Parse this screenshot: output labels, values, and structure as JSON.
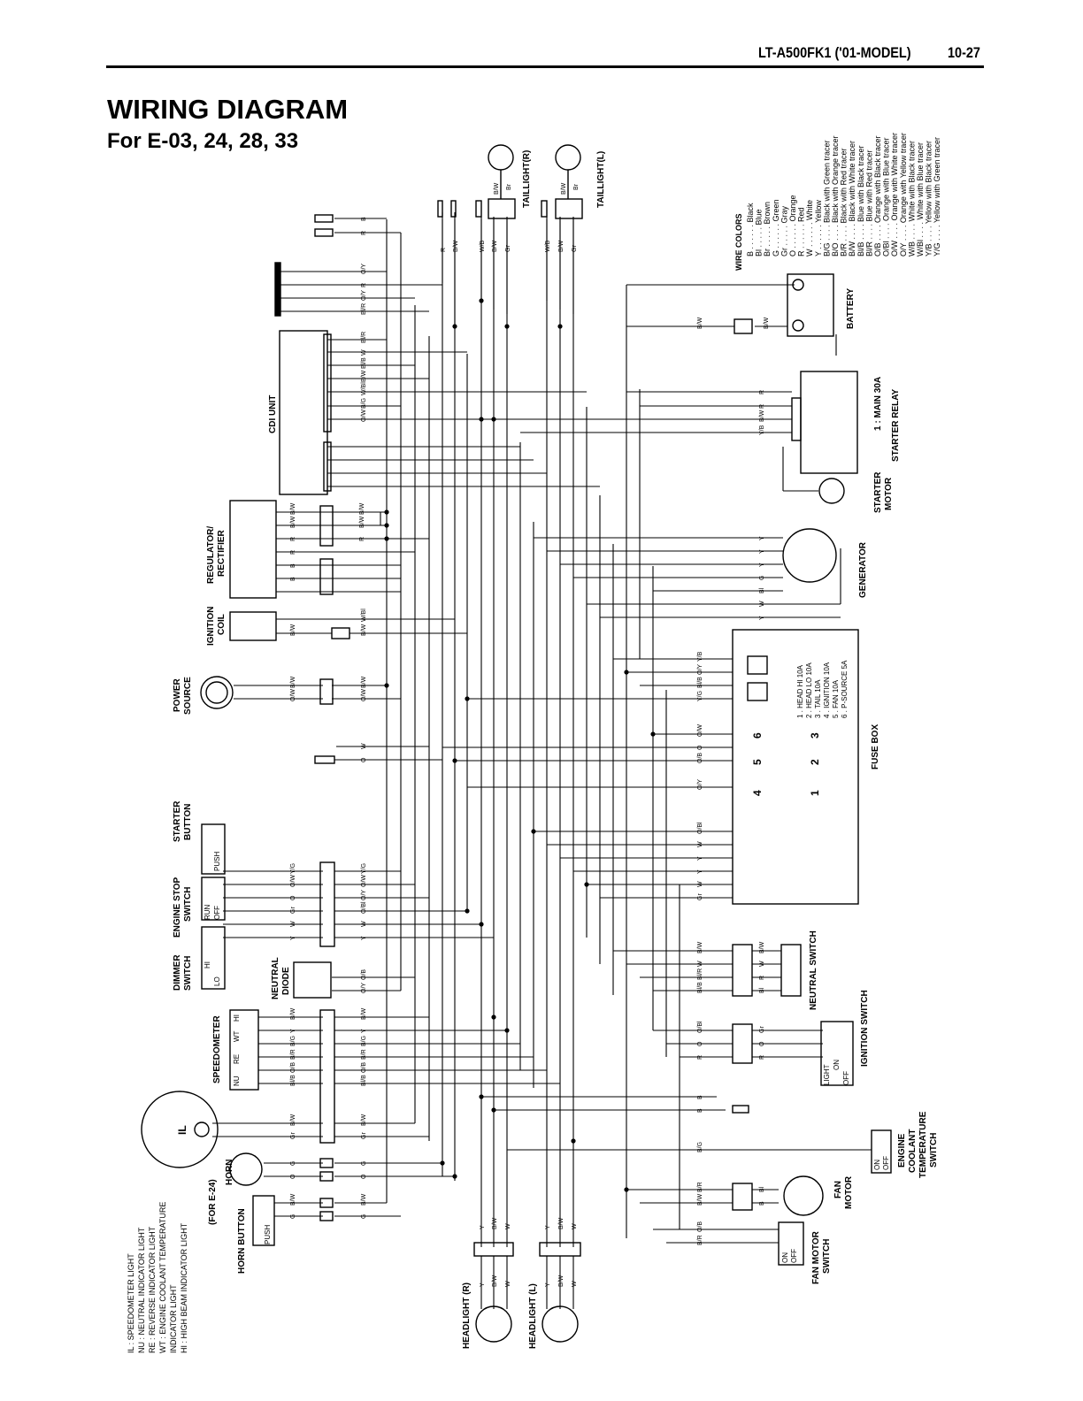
{
  "header": {
    "model": "LT-A500FK1 ('01-MODEL)",
    "page_number": "10-27"
  },
  "title": "WIRING DIAGRAM",
  "subtitle": "For E-03, 24, 28, 33",
  "wire_colors": {
    "heading": "WIRE COLORS",
    "entries": [
      "B . . . . . . Black",
      "Bl . . . . . Blue",
      "Br . . . . . Brown",
      "G . . . . . . Green",
      "Gr . . . . . Gray",
      "O . . . . . . Orange",
      "R . . . . . . Red",
      "W . . . . . . White",
      "Y . . . . . . Yellow",
      "B/G . . . . Black with Green tracer",
      "B/O . . . . Black with Orange tracer",
      "B/R . . . . Black with Red tracer",
      "B/W . . . . Black with White tracer",
      "Bl/B . . . . Blue with Black tracer",
      "Bl/R . . . . Blue with Red tracer",
      "O/B . . . . Orange with Black tracer",
      "O/Bl . . . . Orange with Blue tracer",
      "O/W . . . . Orange with White tracer",
      "O/Y . . . . Orange with Yellow tracer",
      "W/B . . . . White with Black tracer",
      "W/Bl . . . . White with Blue tracer",
      "Y/B . . . . Yellow with Black tracer",
      "Y/G . . . . Yellow with Green tracer"
    ]
  },
  "components": {
    "cdi_unit": "CDI UNIT",
    "regulator": "REGULATOR/",
    "rectifier": "RECTIFIER",
    "ignition": "IGNITION",
    "coil": "COIL",
    "power": "POWER",
    "source": "SOURCE",
    "starter_btn_1": "STARTER",
    "starter_btn_2": "BUTTON",
    "engine_stop_1": "ENGINE STOP",
    "engine_stop_2": "SWITCH",
    "dimmer_1": "DIMMER",
    "dimmer_2": "SWITCH",
    "neutral_diode_1": "NEUTRAL",
    "neutral_diode_2": "DIODE",
    "speedometer": "SPEEDOMETER",
    "horn": "HORN",
    "horn_button": "HORN BUTTON",
    "for_e24": "(FOR E-24)",
    "headlight_r": "HEADLIGHT (R)",
    "headlight_l": "HEADLIGHT (L)",
    "taillight_r": "TAILLIGHT(R)",
    "taillight_l": "TAILLIGHT(L)",
    "battery": "BATTERY",
    "main_fuse": "1 : MAIN 30A",
    "starter_relay": "STARTER RELAY",
    "starter_motor_1": "STARTER",
    "starter_motor_2": "MOTOR",
    "generator": "GENERATOR",
    "fuse_box": "FUSE BOX",
    "neutral_switch": "NEUTRAL SWITCH",
    "ignition_switch": "IGNITION SWITCH",
    "coolant_1": "ENGINE",
    "coolant_2": "COOLANT",
    "coolant_3": "TEMPERATURE",
    "coolant_4": "SWITCH",
    "fan_motor_1": "FAN",
    "fan_motor_2": "MOTOR",
    "fan_switch_1": "FAN MOTOR",
    "fan_switch_2": "SWITCH",
    "il": "IL",
    "run": "RUN",
    "off": "OFF",
    "push": "PUSH",
    "hi": "HI",
    "lo": "LO",
    "on": "ON",
    "light": "LIGHT",
    "nu": "NU",
    "re": "RE",
    "wt": "WT"
  },
  "fuses": [
    "1 . HEAD HI     10A",
    "2 . HEAD LO     10A",
    "3 . TAIL        10A",
    "4 . IGNITION    10A",
    "5 . FAN         10A",
    "6 . P-SOURCE     5A"
  ],
  "fuse_numbers": [
    "1",
    "2",
    "3",
    "4",
    "5",
    "6"
  ],
  "legend": [
    "IL  : SPEEDOMETER LIGHT",
    "NU  : NEUTRAL INDICATOR LIGHT",
    "RE  : REVERSE INDICATOR LIGHT",
    "WT  : ENGINE COOLANT TEMPERATURE",
    "        INDICATOR LIGHT",
    "HI  : HIGH BEAM INDICATOR LIGHT"
  ],
  "wire_labels": {
    "b": "B",
    "r": "R",
    "w": "W",
    "y": "Y",
    "g": "G",
    "o": "O",
    "gr": "Gr",
    "bl": "Bl",
    "br": "Br",
    "bw": "B/W",
    "bg": "B/G",
    "br_red": "B/R",
    "bo": "B/O",
    "blb": "Bl/B",
    "blr": "Bl/R",
    "ob": "O/B",
    "obl": "O/Bl",
    "ow": "O/W",
    "oy": "O/Y",
    "wb": "W/B",
    "wbl": "W/Bl",
    "yb": "Y/B",
    "yg": "Y/G"
  }
}
